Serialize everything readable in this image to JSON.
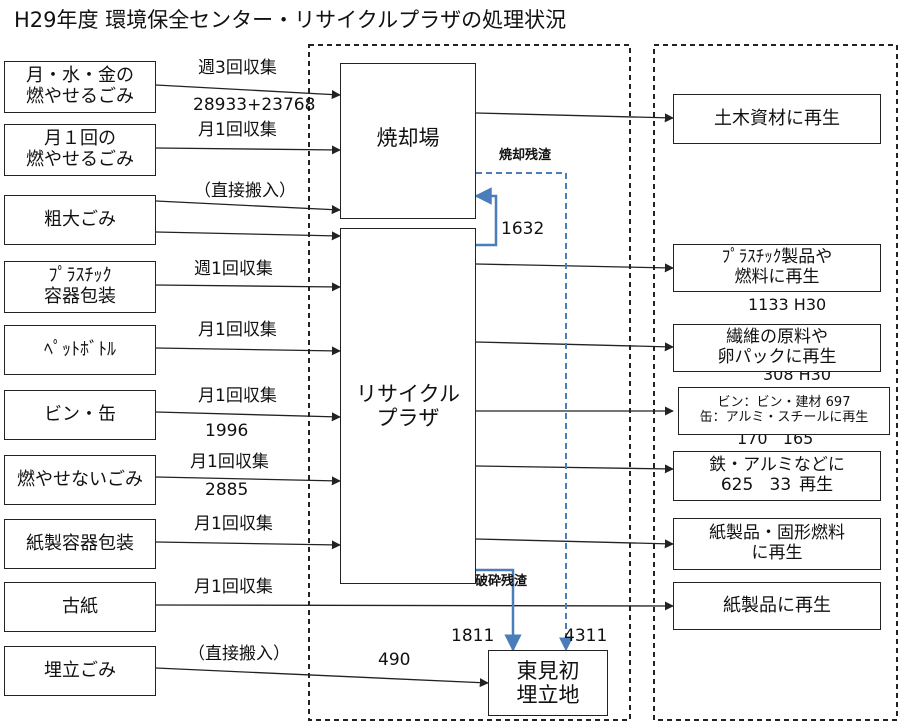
{
  "title": "H29年度  環境保全センター・リサイクルプラザの処理状況",
  "sources": [
    {
      "label": "月・水・金の\n燃やせるごみ"
    },
    {
      "label": "月１回の\n燃やせるごみ"
    },
    {
      "label": "粗大ごみ"
    },
    {
      "label": "ﾌﾟﾗｽﾁｯｸ\n容器包装"
    },
    {
      "label": "ﾍﾟｯﾄﾎﾞﾄﾙ"
    },
    {
      "label": "ビン・缶"
    },
    {
      "label": "燃やせないごみ"
    },
    {
      "label": "紙製容器包装"
    },
    {
      "label": "古紙"
    },
    {
      "label": "埋立ごみ"
    }
  ],
  "collection_labels": [
    "週3回収集",
    "月1回収集",
    "（直接搬入）",
    "週1回収集",
    "月1回収集",
    "月1回収集",
    "月1回収集",
    "月1回収集",
    "月1回収集",
    "（直接搬入）"
  ],
  "amounts": {
    "weekly_burnable": "28933+23768",
    "bin_can": "1996",
    "non_burnable": "2885",
    "landfill_direct": "490",
    "plaza_to_incinerator": "1632",
    "crush_residue": "1811",
    "incineration_residue": "4311",
    "plastic_h30": "1133 H30",
    "pet_h30": "308 H30",
    "bin_can_split": "170   165",
    "metal_split": "625   33"
  },
  "facilities": {
    "incinerator": "焼却場",
    "plaza": "リサイクル\nプラザ",
    "landfill": "東見初\n埋立地"
  },
  "residue_labels": {
    "incineration": "焼却残渣",
    "crush": "破砕残渣"
  },
  "outputs": [
    {
      "label": "土木資材に再生"
    },
    {
      "label": "ﾌﾟﾗｽﾁｯｸ製品や\n燃料に再生"
    },
    {
      "label": "繊維の原料や\n卵パックに再生"
    },
    {
      "line1": "ビン：ビン・建材  697",
      "line2": "缶：アルミ・スチールに再生"
    },
    {
      "line1": "鉄・アルミなどに",
      "line2": "再生"
    },
    {
      "label": "紙製品・固形燃料\nに再生"
    },
    {
      "label": "紙製品に再生"
    }
  ],
  "colors": {
    "line": "#222222",
    "residue": "#4a7ebb"
  }
}
